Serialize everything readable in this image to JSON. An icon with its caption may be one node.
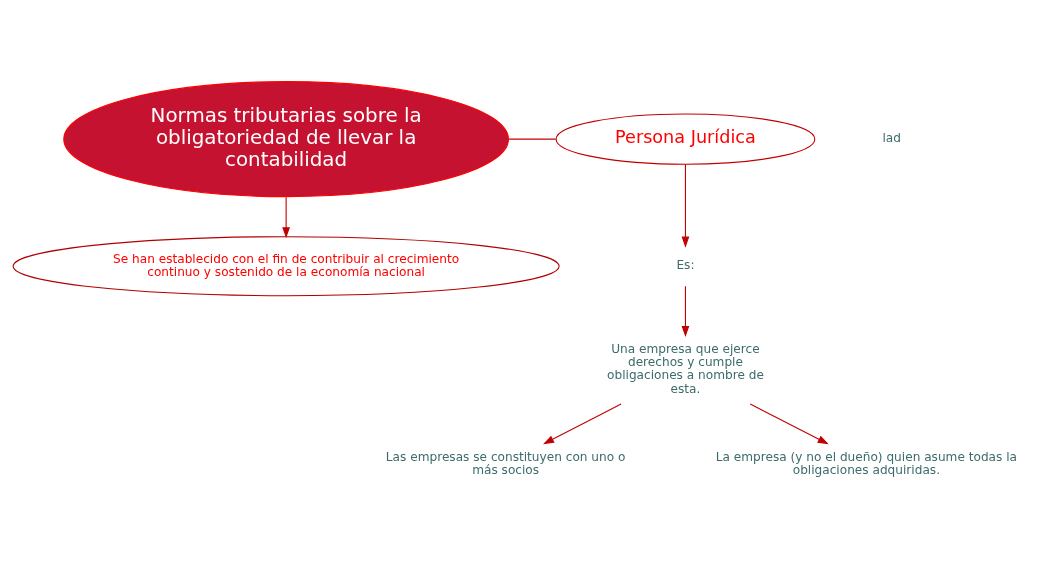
{
  "diagram": {
    "nodes": [
      {
        "text": [
          "Normas tributarias sobre la obligatoriedad de llevar la contabilidad"
        ]
      },
      {
        "text": [
          "Persona Jurídica"
        ]
      },
      {
        "text": [
          "Es:"
        ]
      },
      {
        "text": [
          "Una empresa que ejerce derechos y cumple obligaciones a nombre de esta."
        ]
      },
      {
        "text": [
          "Se han establecido con el fin de contribuir al crecimiento continuo y sostenido de la economía nacional"
        ]
      },
      {
        "text": [
          "Las empresas se constituyen con uno o más socios"
        ]
      },
      {
        "text": [
          "La empresa (y no el dueño) quien asume todas la obligaciones adquiridas."
        ]
      }
    ],
    "edges": [
      {
        "from": 0,
        "to": 1,
        "arrow": "none"
      },
      {
        "from": 0,
        "to": 4,
        "arrow": "to"
      },
      {
        "from": 1,
        "to": 2,
        "arrow": "to"
      },
      {
        "from": 2,
        "to": 3,
        "arrow": "to"
      },
      {
        "from": 3,
        "to": 5,
        "arrow": "to"
      },
      {
        "from": 3,
        "to": 6,
        "arrow": "to"
      }
    ],
    "labels": [
      "lad"
    ]
  }
}
